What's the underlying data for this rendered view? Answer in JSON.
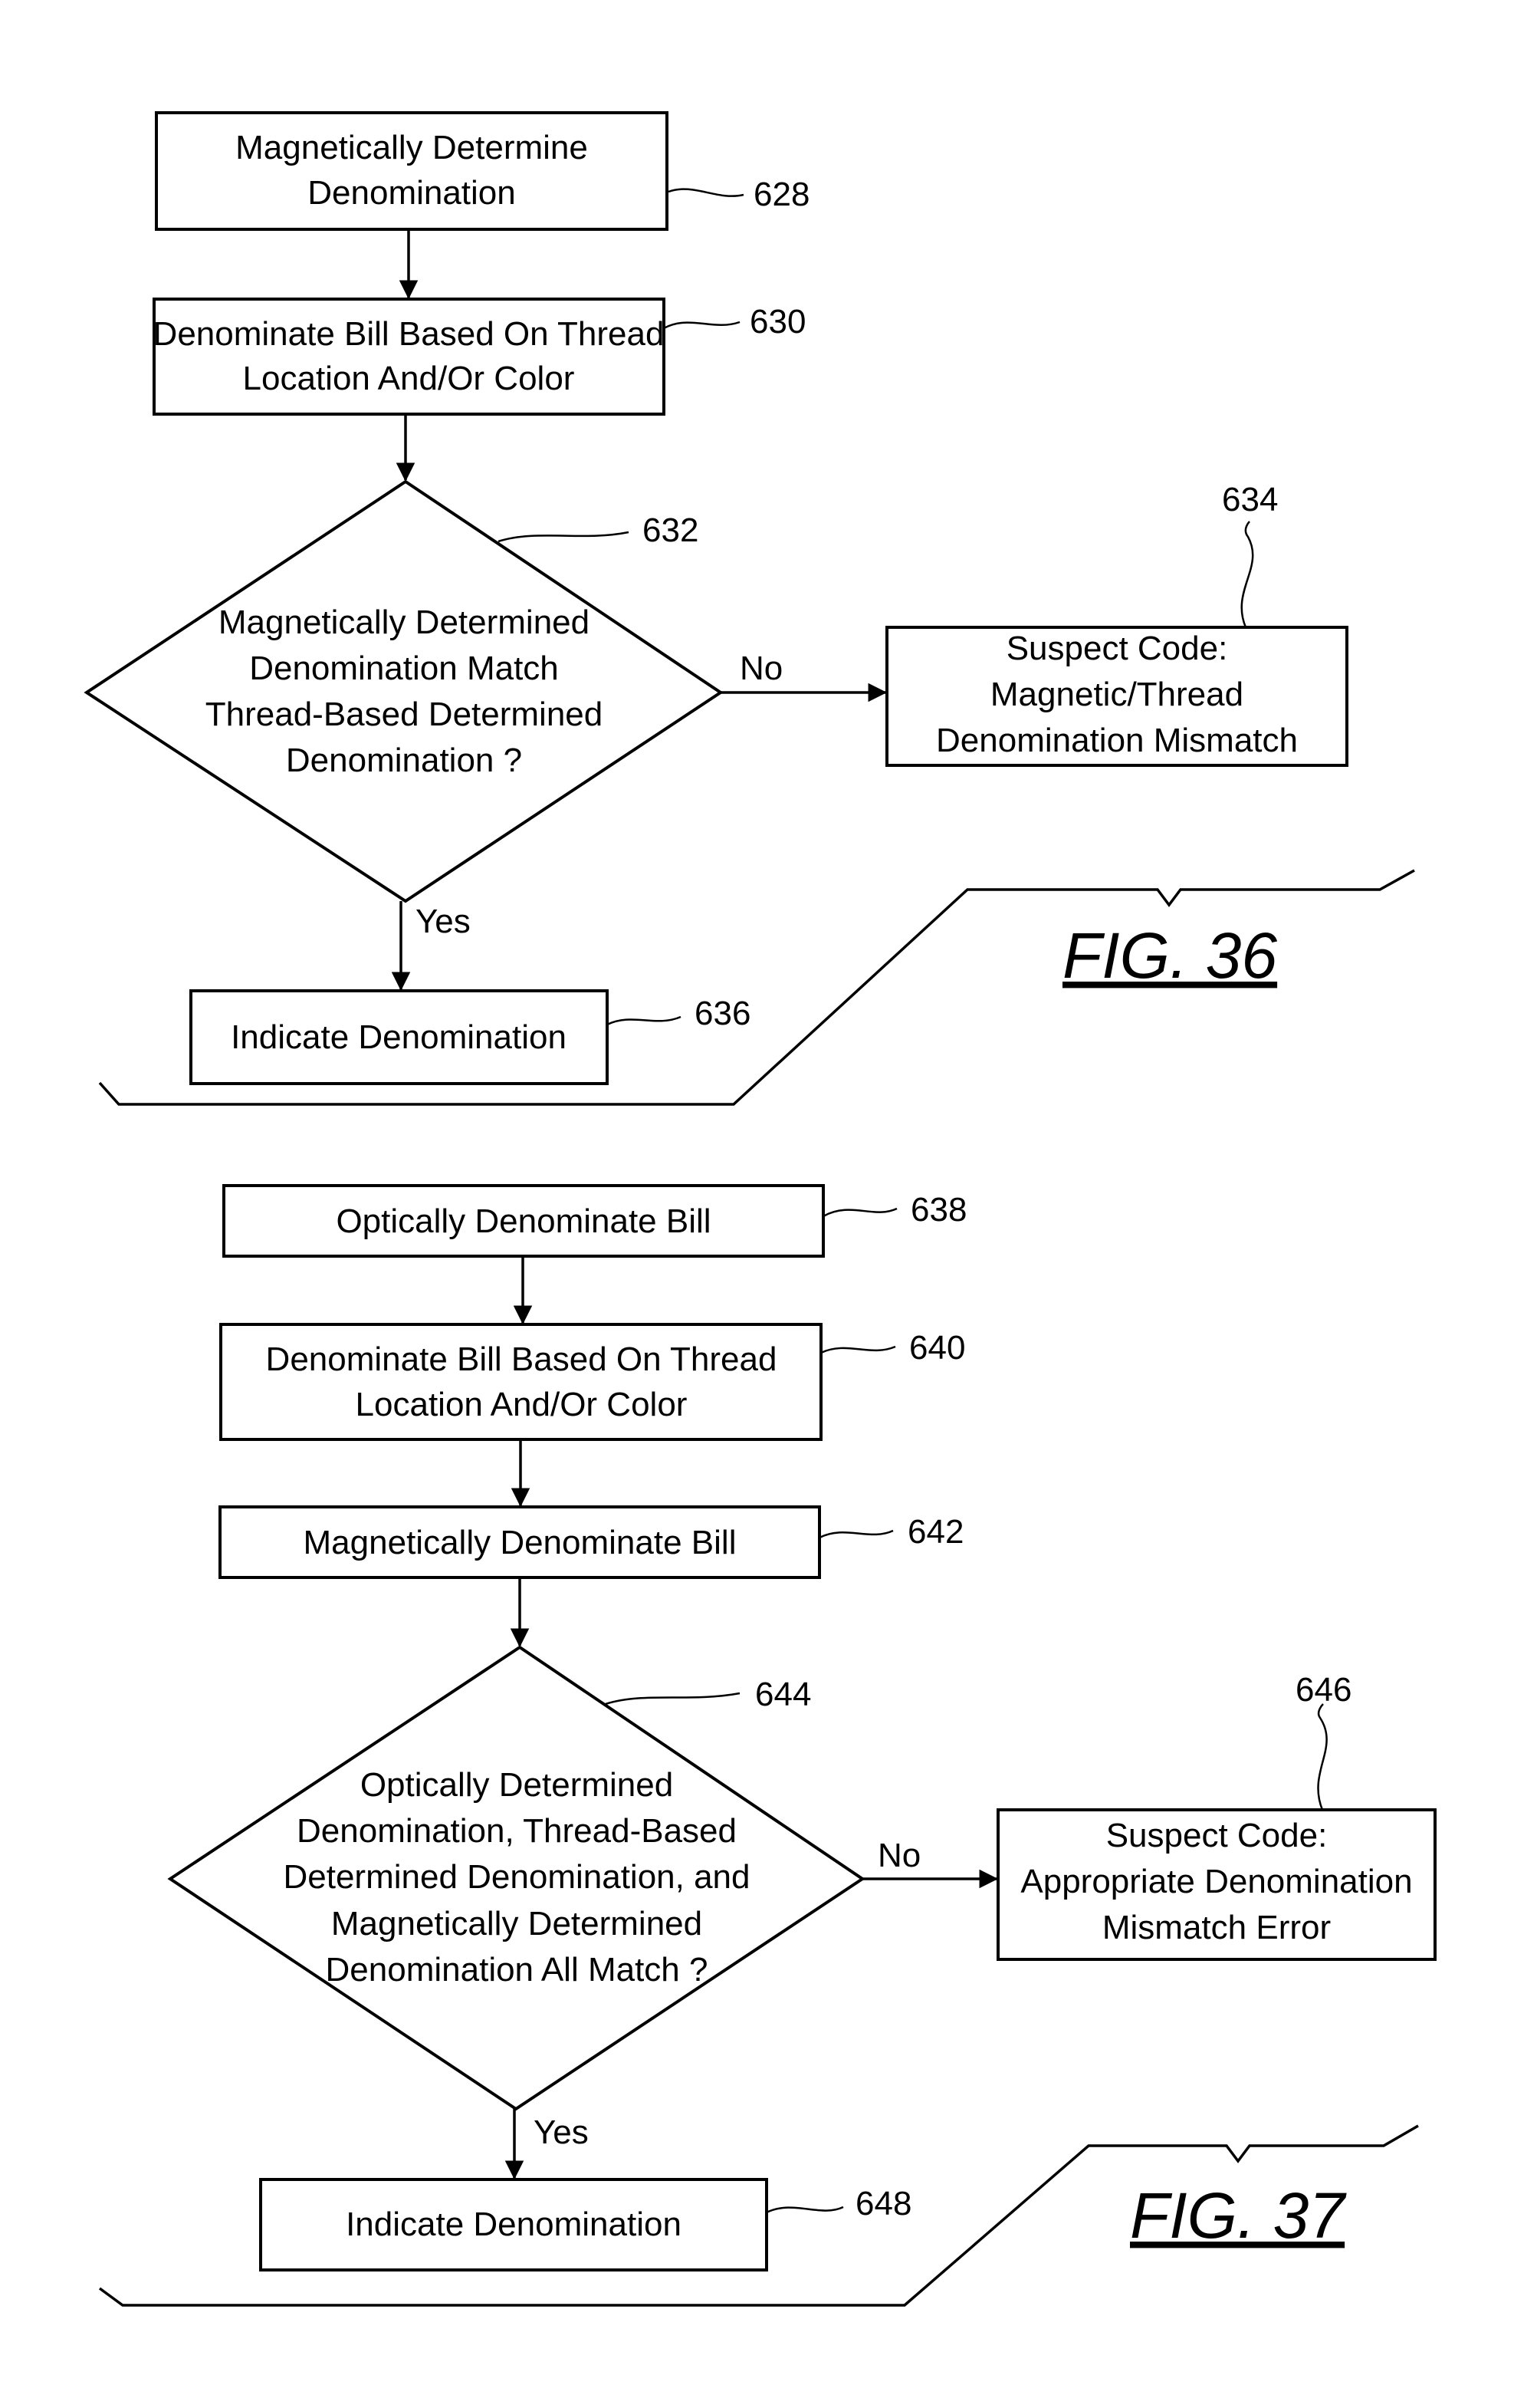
{
  "fig36": {
    "title": "FIG. 36",
    "step628": {
      "line1": "Magnetically Determine",
      "line2": "Denomination",
      "ref": "628"
    },
    "step630": {
      "line1": "Denominate Bill Based On Thread",
      "line2": "Location And/Or Color",
      "ref": "630"
    },
    "decision632": {
      "line1": "Magnetically Determined",
      "line2": "Denomination Match",
      "line3": "Thread-Based Determined",
      "line4": "Denomination ?",
      "ref": "632"
    },
    "no_label": "No",
    "yes_label": "Yes",
    "step634": {
      "line1": "Suspect Code:",
      "line2": "Magnetic/Thread",
      "line3": "Denomination Mismatch",
      "ref": "634"
    },
    "step636": {
      "line1": "Indicate Denomination",
      "ref": "636"
    }
  },
  "fig37": {
    "title": "FIG. 37",
    "step638": {
      "line1": "Optically Denominate Bill",
      "ref": "638"
    },
    "step640": {
      "line1": "Denominate Bill Based On Thread",
      "line2": "Location And/Or Color",
      "ref": "640"
    },
    "step642": {
      "line1": "Magnetically Denominate Bill",
      "ref": "642"
    },
    "decision644": {
      "line1": "Optically Determined",
      "line2": "Denomination, Thread-Based",
      "line3": "Determined Denomination, and",
      "line4": "Magnetically Determined",
      "line5": "Denomination All Match ?",
      "ref": "644"
    },
    "no_label": "No",
    "yes_label": "Yes",
    "step646": {
      "line1": "Suspect Code:",
      "line2": "Appropriate Denomination",
      "line3": "Mismatch Error",
      "ref": "646"
    },
    "step648": {
      "line1": "Indicate Denomination",
      "ref": "648"
    }
  }
}
